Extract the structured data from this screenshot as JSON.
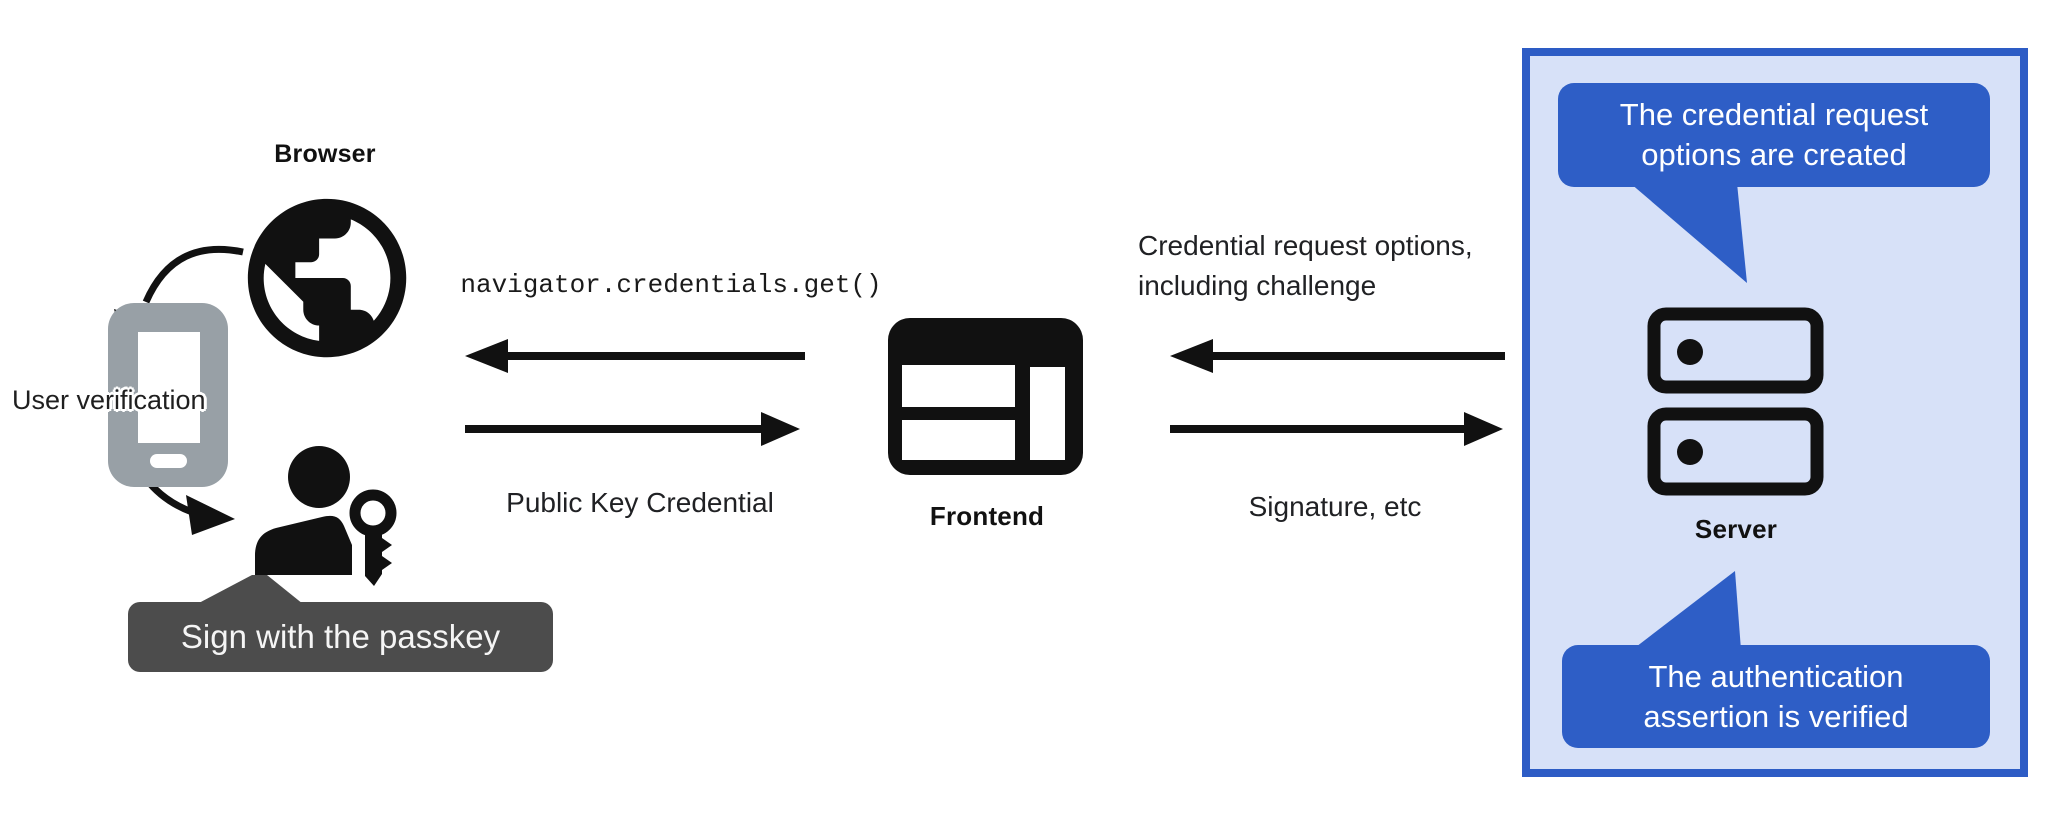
{
  "diagram": {
    "title_context": "Passkey authentication flow",
    "left": {
      "browser_label": "Browser",
      "user_verification_label": "User verification",
      "tooltip_text": "Sign with the passkey"
    },
    "middle": {
      "code_call": "navigator.credentials.get()",
      "return_label": "Public Key Credential",
      "frontend_label": "Frontend"
    },
    "right": {
      "request_line1": "Credential request options,",
      "request_line2": "including challenge",
      "response_label": "Signature, etc",
      "server_label": "Server",
      "bubble_top_line1": "The credential request",
      "bubble_top_line2": "options are created",
      "bubble_bottom_line1": "The authentication",
      "bubble_bottom_line2": "assertion is verified"
    },
    "icons": [
      {
        "name": "globe-browser-icon",
        "meaning": "web browser"
      },
      {
        "name": "smartphone-icon",
        "meaning": "user verification device"
      },
      {
        "name": "person-with-key-icon",
        "meaning": "user signing with passkey"
      },
      {
        "name": "web-layout-frontend-icon",
        "meaning": "frontend web app"
      },
      {
        "name": "server-stack-icon",
        "meaning": "server"
      }
    ],
    "colors": {
      "accent_blue": "#2e5ec6",
      "panel_fill": "#d7e1f8",
      "panel_border": "#2d5cc5",
      "tooltip_gray": "#4c4c4c",
      "phone_gray": "#98a0a6",
      "icon_black": "#111111",
      "text_black": "#202124"
    }
  }
}
